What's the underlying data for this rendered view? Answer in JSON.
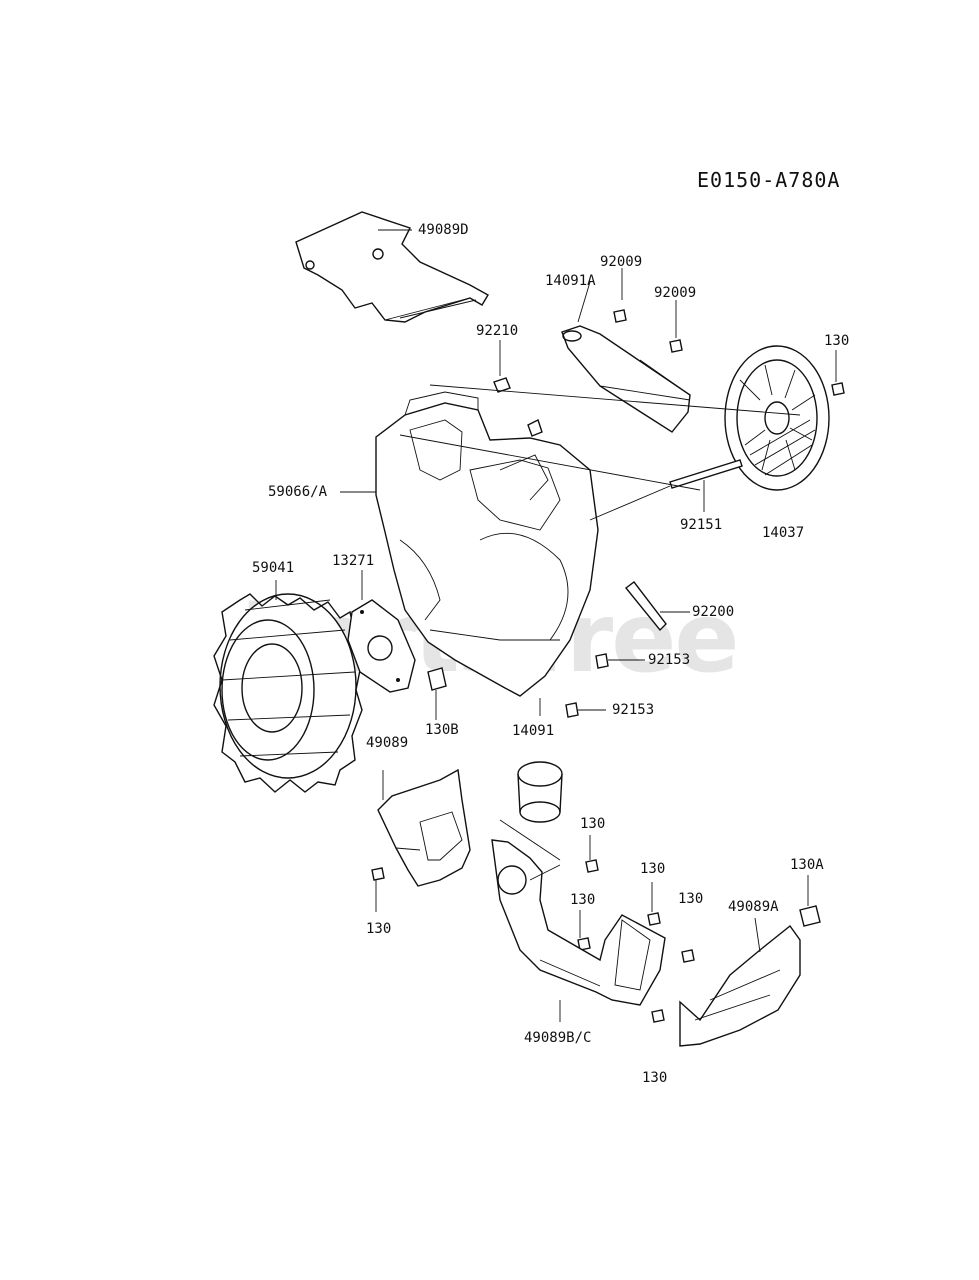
{
  "diagram_code": "E0150-A780A",
  "watermark": "PartsTree",
  "labels": {
    "p49089D": "49089D",
    "p14091A": "14091A",
    "p92009a": "92009",
    "p92009b": "92009",
    "p92210": "92210",
    "p130top": "130",
    "p59066A": "59066/A",
    "p92151": "92151",
    "p14037": "14037",
    "p59041": "59041",
    "p13271": "13271",
    "p92200": "92200",
    "p92153a": "92153",
    "p92153b": "92153",
    "p130B": "130B",
    "p14091": "14091",
    "p49089": "49089",
    "p130c": "130",
    "p130d": "130",
    "p130e": "130",
    "p130f": "130",
    "p130A": "130A",
    "p49089A": "49089A",
    "p130left": "130",
    "p49089BC": "49089B/C",
    "p130bottom": "130"
  }
}
